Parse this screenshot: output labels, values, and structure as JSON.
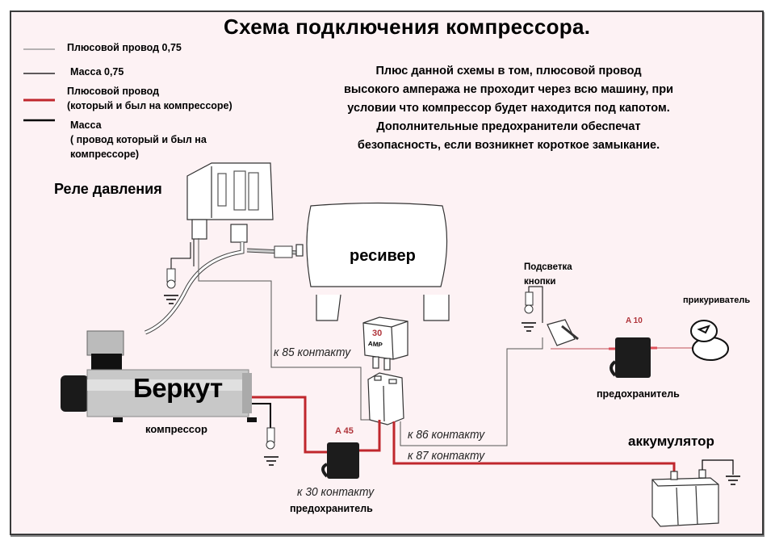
{
  "title": "Схема подключения компрессора.",
  "legend": [
    {
      "label": "Плюсовой провод 0,75",
      "line_color": "#8a8a8a",
      "thickness": "thin"
    },
    {
      "label": "Масса 0,75",
      "line_color": "#000000",
      "thickness": "thin"
    },
    {
      "label_lines": [
        "Плюсовой провод",
        "(который и был на компрессоре)"
      ],
      "line_color": "#c0272d",
      "thickness": "thick"
    },
    {
      "label_lines": [
        "Масса",
        "( провод который и был на",
        "компрессоре)"
      ],
      "line_color": "#000000",
      "thickness": "thick"
    }
  ],
  "description": [
    "Плюс данной схемы в том, плюсовой провод",
    "высокого ампеража не проходит через всю машину, при",
    "условии что компрессор будет находится под капотом.",
    "Дополнительные предохранители обеспечат",
    "безопасность, если возникнет короткое замыкание."
  ],
  "components": {
    "pressure_switch": "Реле давления",
    "receiver": "ресивер",
    "compressor_brand": "Беркут",
    "compressor": "компрессор",
    "relay_rating_num": "30",
    "relay_rating_unit": "AMP",
    "fuse_main_rating": "A 45",
    "fuse_main_label": "предохранитель",
    "fuse_aux_rating": "A 10",
    "fuse_aux_label": "предохранитель",
    "button_backlight_lines": [
      "Подсветка",
      "кнопки"
    ],
    "cigarette_lighter": "прикуриватель",
    "battery": "аккумулятор"
  },
  "contacts": {
    "c85": "к 85 контакту",
    "c86": "к 86 контакту",
    "c87": "к 87 контакту",
    "c30": "к 30 контакту"
  },
  "colors": {
    "background": "#fdf2f4",
    "positive_thick": "#c0272d",
    "positive_thin": "#8a8a8a",
    "ground": "#000000",
    "rating_text": "#b0353b"
  }
}
